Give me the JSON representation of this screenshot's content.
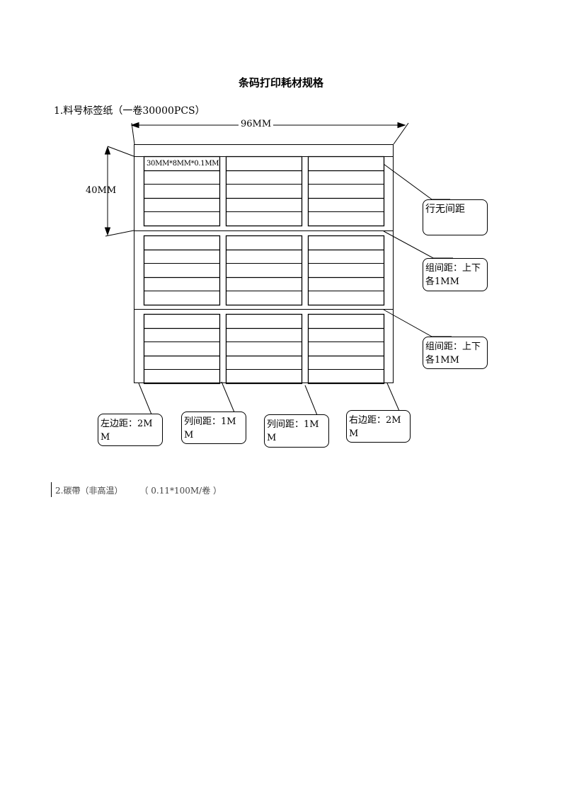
{
  "title": "条码打印耗材规格",
  "section1": {
    "heading": "1.料号标签纸（一卷30000PCS）",
    "width_dim": "96MM",
    "height_dim": "40MM",
    "label_size": "30MM*8MM*0.1MM",
    "callouts": {
      "row_gap": "行无间距",
      "group_gap_1": "组间距：上下各1MM",
      "group_gap_2": "组间距：上下各1MM",
      "left_margin": "左边距：2MM",
      "col_gap_1": "列间距：1MM",
      "col_gap_2": "列间距：1MM",
      "right_margin": "右边距：2MM"
    }
  },
  "section2": {
    "item": "2.碳帶（非高温）",
    "spec": "（ 0.11*100M/卷 ）"
  }
}
